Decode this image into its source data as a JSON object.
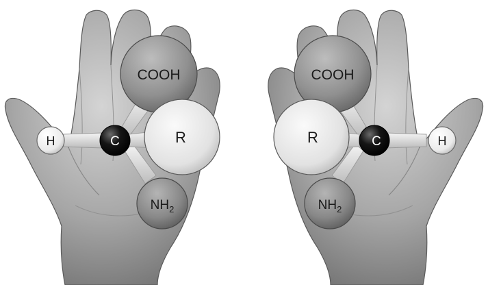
{
  "figure": {
    "left_molecule": {
      "h": "H",
      "c": "C",
      "cooh": "COOH",
      "r": "R",
      "nh2_main": "NH",
      "nh2_sub": "2"
    },
    "right_molecule": {
      "h": "H",
      "c": "C",
      "cooh": "COOH",
      "r": "R",
      "nh2_main": "NH",
      "nh2_sub": "2"
    }
  },
  "colors": {
    "background": "#ffffff",
    "hand_skin": "#9a9a9a",
    "carbon_atom": "#111111",
    "hydrogen_atom": "#f2f2f2",
    "cooh_group": "#8c8c8c",
    "r_group": "#e6e6e6",
    "nh2_group": "#8a8a8a",
    "bond": "#d9d9d9"
  }
}
